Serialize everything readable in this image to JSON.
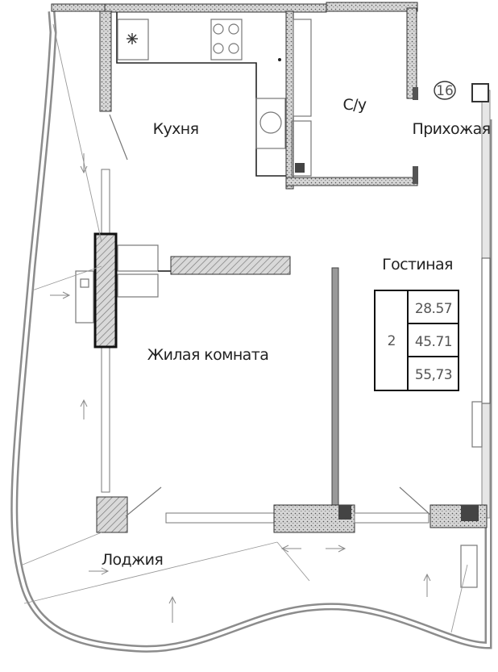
{
  "rooms": {
    "kitchen": "Кухня",
    "bathroom": "С/у",
    "hallway": "Прихожая",
    "living_room": "Гостиная",
    "bedroom": "Жилая комната",
    "loggia": "Лоджия"
  },
  "areas": {
    "room_count": "2",
    "living_area": "28.57",
    "total_area": "45.71",
    "total_with_loggia": "55,73"
  },
  "floor_marker": "16"
}
